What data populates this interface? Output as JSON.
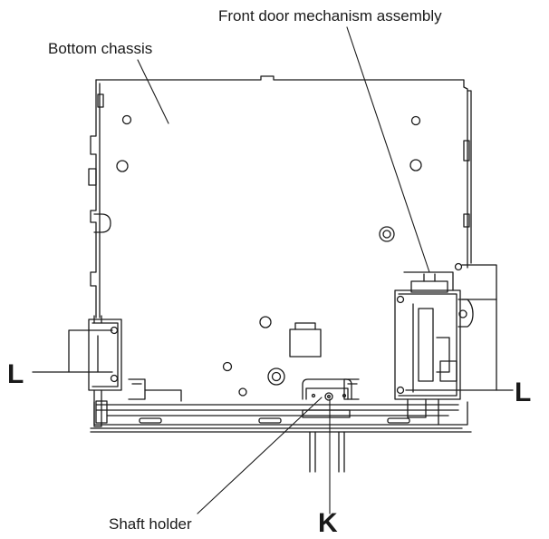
{
  "labels": {
    "front_door": "Front door mechanism assembly",
    "bottom_chassis": "Bottom chassis",
    "shaft_holder": "Shaft holder",
    "k": "K",
    "l_left": "L",
    "l_right": "L"
  },
  "colors": {
    "line": "#1a1a1a",
    "background": "#ffffff"
  }
}
